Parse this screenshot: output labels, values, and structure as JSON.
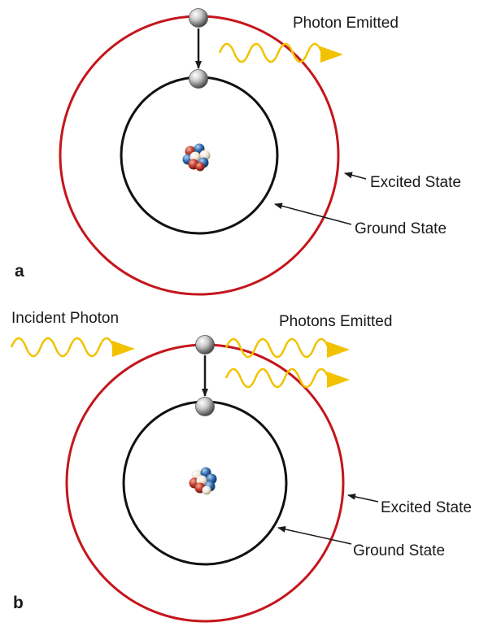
{
  "figure": {
    "panels": [
      {
        "letter": "a",
        "photon_label": "Photon Emitted",
        "excited_label": "Excited State",
        "ground_label": "Ground State"
      },
      {
        "letter": "b",
        "incident_label": "Incident Photon",
        "photons_label": "Photons Emitted",
        "excited_label": "Excited State",
        "ground_label": "Ground State"
      }
    ]
  },
  "colors": {
    "excited_orbit": "#c4161c",
    "ground_orbit": "#111111",
    "photon_wave": "#f2c200",
    "arrow": "#1a1a1a",
    "electron": "#9a9a9a",
    "proton": "#c0392b",
    "neutron": "#2e6bb0"
  }
}
